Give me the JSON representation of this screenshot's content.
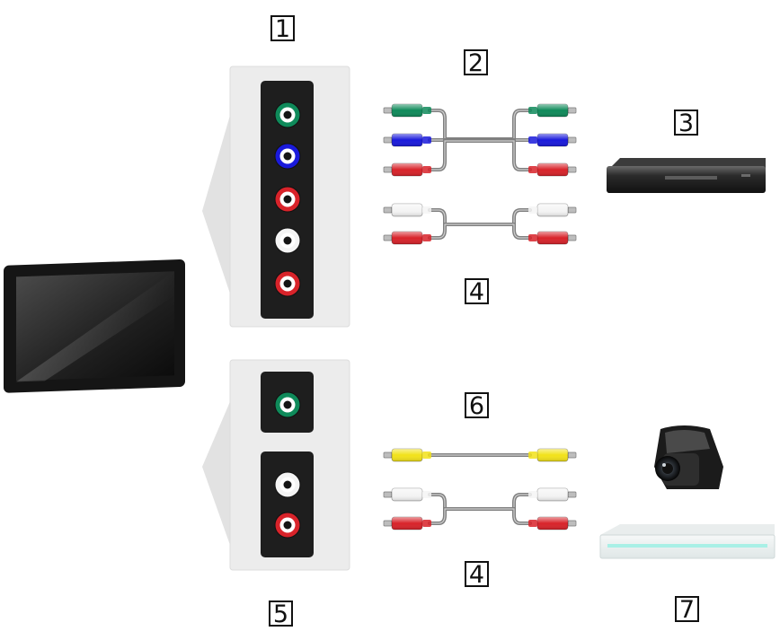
{
  "labels": {
    "terminal_group_1": "1",
    "component_cable": "2",
    "dvd_player": "3",
    "audio_cable_top": "4",
    "av_terminal_group": "5",
    "video_cable": "6",
    "audio_cable_bottom": "4",
    "external_devices": "7"
  },
  "colors": {
    "green_jack": "#0f8a5a",
    "blue_jack": "#1a1adb",
    "red_jack": "#d8232a",
    "white_jack": "#f4f4f4",
    "yellow_jack": "#f2e21a",
    "panel_bg": "#ececec",
    "terminal_strip": "#1e1e1e"
  }
}
